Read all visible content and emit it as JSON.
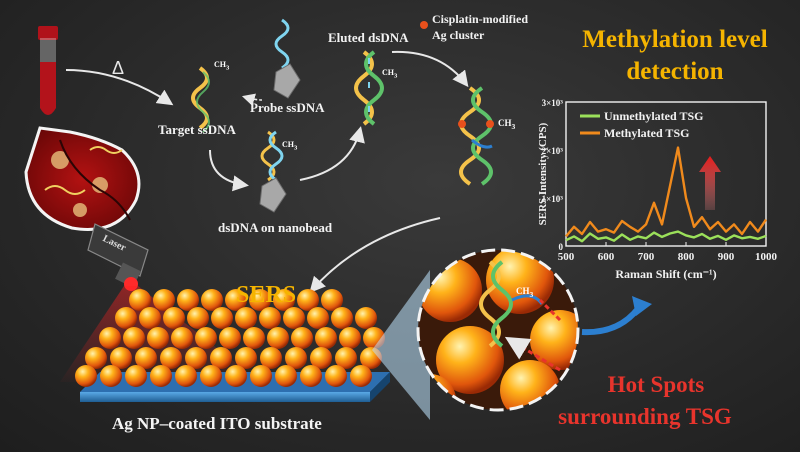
{
  "labels": {
    "target_ssdna": "Target ssDNA",
    "probe_ssdna": "Probe ssDNA",
    "dsdna_on_nanobead": "dsDNA on nanobead",
    "eluted_dsdna": "Eluted dsDNA",
    "cisplatin_line1": "Cisplatin-modified",
    "cisplatin_line2": "Ag cluster",
    "ch3": "CH",
    "ch3_sub": "3",
    "triangle": "Δ",
    "laser": "Laser",
    "sers": "SERS",
    "substrate": "Ag NP–coated ITO substrate",
    "hot_spots_line1": "Hot Spots",
    "hot_spots_line2": "surrounding TSG",
    "methylation_line1": "Methylation level",
    "methylation_line2": "detection"
  },
  "colors": {
    "accent_yellow": "#f5b400",
    "hot_red": "#e8342c",
    "unmethylated": "#9be05a",
    "methylated": "#f08a1c",
    "blue_arrow": "#2c7fd0"
  },
  "chart_data": {
    "type": "line",
    "xlabel": "Raman Shift (cm⁻¹)",
    "ylabel": "SERS Intensity (CPS)",
    "xlim": [
      500,
      1000
    ],
    "ylim": [
      0,
      3000
    ],
    "xticks": [
      "500",
      "600",
      "700",
      "800",
      "900",
      "1000"
    ],
    "yticks": [
      {
        "value": 0,
        "label": "0"
      },
      {
        "value": 1000,
        "label": "1×10³"
      },
      {
        "value": 2000,
        "label": "2×10³"
      },
      {
        "value": 3000,
        "label": "3×10³"
      }
    ],
    "legend": "top-right",
    "series": [
      {
        "name": "Unmethylated TSG",
        "color": "#9be05a",
        "x": [
          500,
          520,
          540,
          560,
          580,
          600,
          620,
          640,
          660,
          680,
          700,
          720,
          740,
          760,
          780,
          800,
          820,
          840,
          860,
          880,
          900,
          920,
          940,
          960,
          980,
          1000
        ],
        "values": [
          120,
          200,
          100,
          260,
          150,
          180,
          110,
          240,
          130,
          200,
          160,
          280,
          190,
          260,
          300,
          220,
          180,
          250,
          150,
          210,
          130,
          220,
          160,
          190,
          150,
          210
        ]
      },
      {
        "name": "Methylated TSG",
        "color": "#f08a1c",
        "x": [
          500,
          520,
          540,
          560,
          580,
          600,
          620,
          640,
          660,
          680,
          700,
          720,
          740,
          760,
          780,
          800,
          820,
          840,
          860,
          880,
          900,
          920,
          940,
          960,
          980,
          1000
        ],
        "values": [
          200,
          400,
          250,
          500,
          300,
          350,
          280,
          520,
          400,
          300,
          450,
          900,
          450,
          1250,
          2050,
          1000,
          400,
          600,
          350,
          500,
          300,
          450,
          250,
          500,
          300,
          550
        ]
      }
    ]
  }
}
